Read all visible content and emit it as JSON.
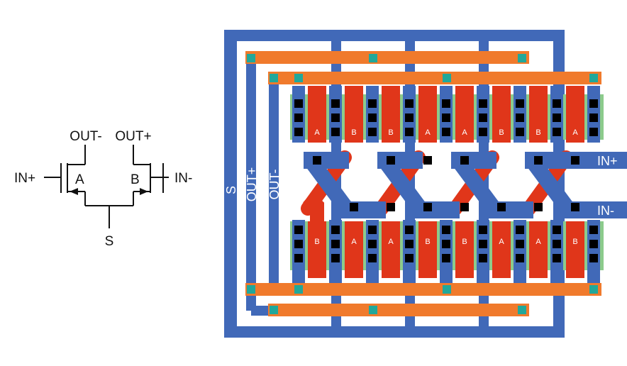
{
  "schematic": {
    "labels": {
      "out_minus": "OUT-",
      "out_plus": "OUT+",
      "in_plus": "IN+",
      "in_minus": "IN-",
      "transistor_a": "A",
      "transistor_b": "B",
      "source": "S"
    }
  },
  "layout": {
    "rail_labels": {
      "s": "S",
      "out_plus": "OUT+",
      "out_minus": "OUT-",
      "in_plus": "IN+",
      "in_minus": "IN-"
    },
    "top_row_gates": [
      "A",
      "B",
      "B",
      "A",
      "A",
      "B",
      "B",
      "A"
    ],
    "bottom_row_gates": [
      "B",
      "A",
      "A",
      "B",
      "B",
      "A",
      "A",
      "B"
    ]
  },
  "colors": {
    "metal": "#4169B8",
    "poly": "#E0361A",
    "metal2": "#F07A2C",
    "active": "#8CCB8C",
    "via": "#21A89A",
    "contact": "#000000",
    "wire": "#111111"
  }
}
